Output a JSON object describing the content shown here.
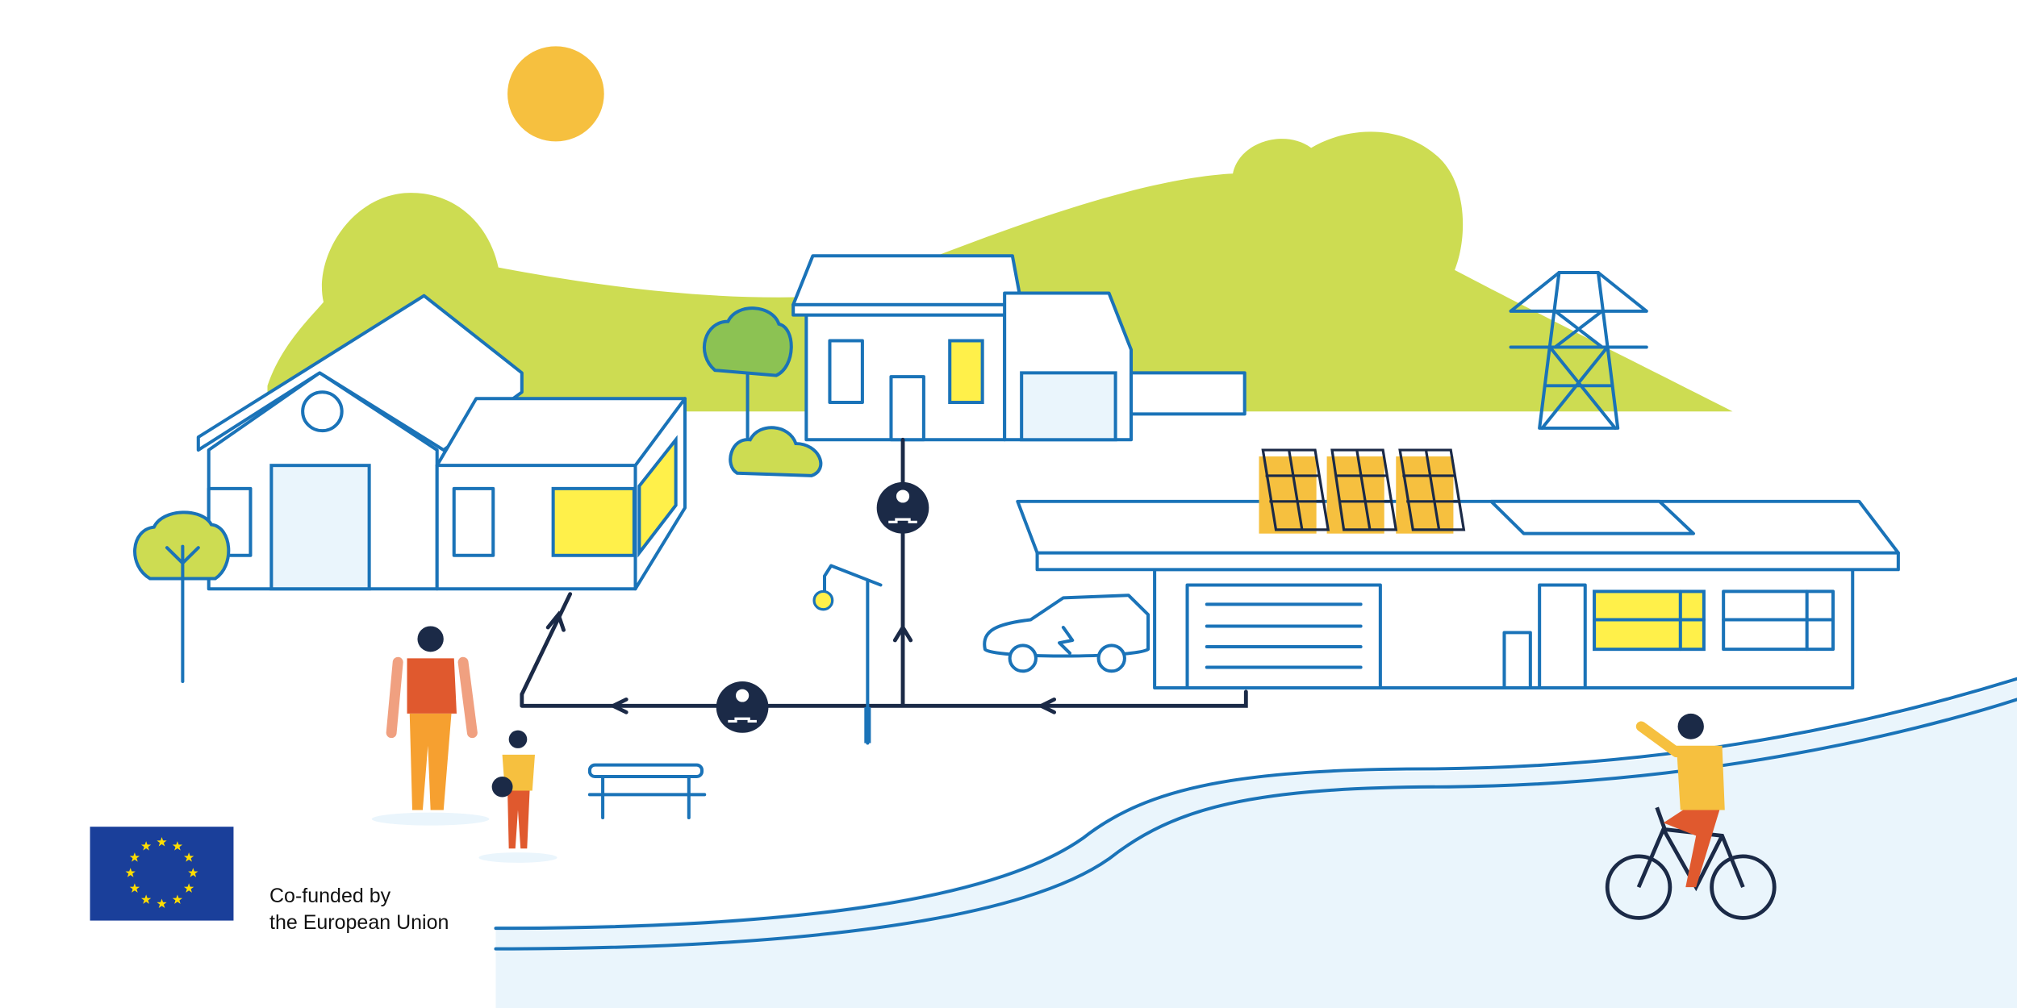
{
  "footer": {
    "caption_line1": "Co-funded by",
    "caption_line2": "the European Union"
  },
  "colors": {
    "stroke": "#1a73b8",
    "hill": "#cddc52",
    "window": "#fff04a",
    "sun": "#f6c03f",
    "navy": "#1b2a47",
    "flag": "#1a3f9a",
    "water": "#eaf5fc"
  },
  "icons": [
    "sun",
    "hill",
    "house",
    "tree",
    "bush",
    "power-pylon",
    "solar-panel",
    "electric-car",
    "street-lamp",
    "energy-exchange",
    "bench",
    "person",
    "cyclist",
    "eu-flag"
  ]
}
